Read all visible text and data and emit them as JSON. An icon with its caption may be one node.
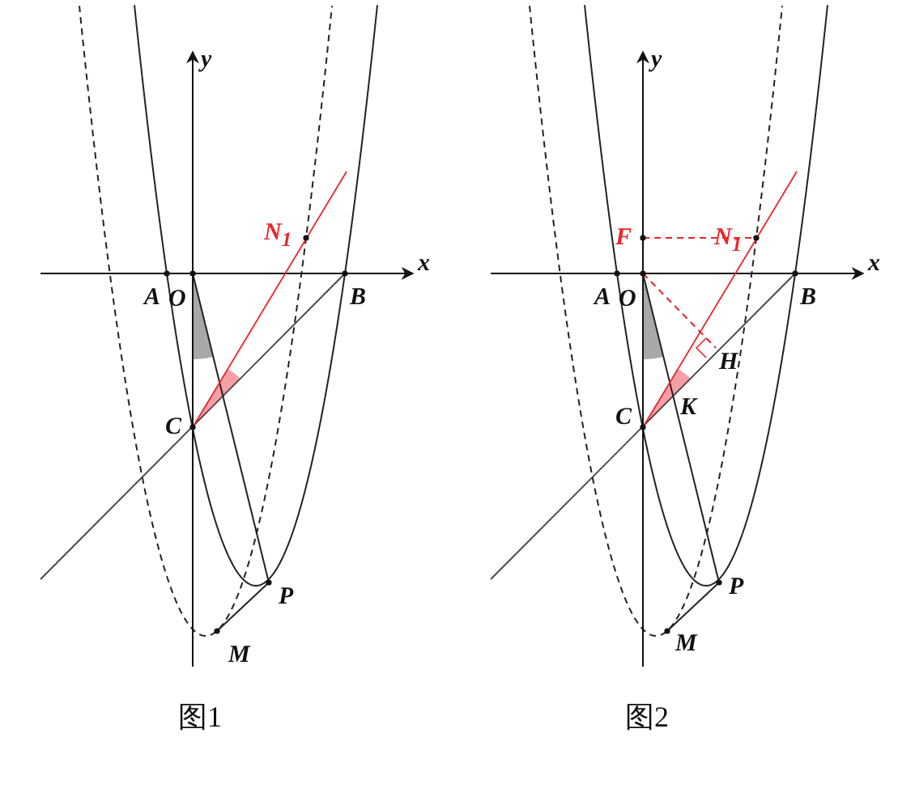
{
  "diagram": {
    "labels": [
      "y",
      "N$_{1}$",
      "x",
      "A",
      "O",
      "B",
      "C",
      "P",
      "M",
      "图1",
      "y",
      "F",
      "N$_{1}$",
      "x",
      "A",
      "O",
      "B",
      "H",
      "K",
      "C",
      "P",
      "M",
      "图2"
    ]
  }
}
